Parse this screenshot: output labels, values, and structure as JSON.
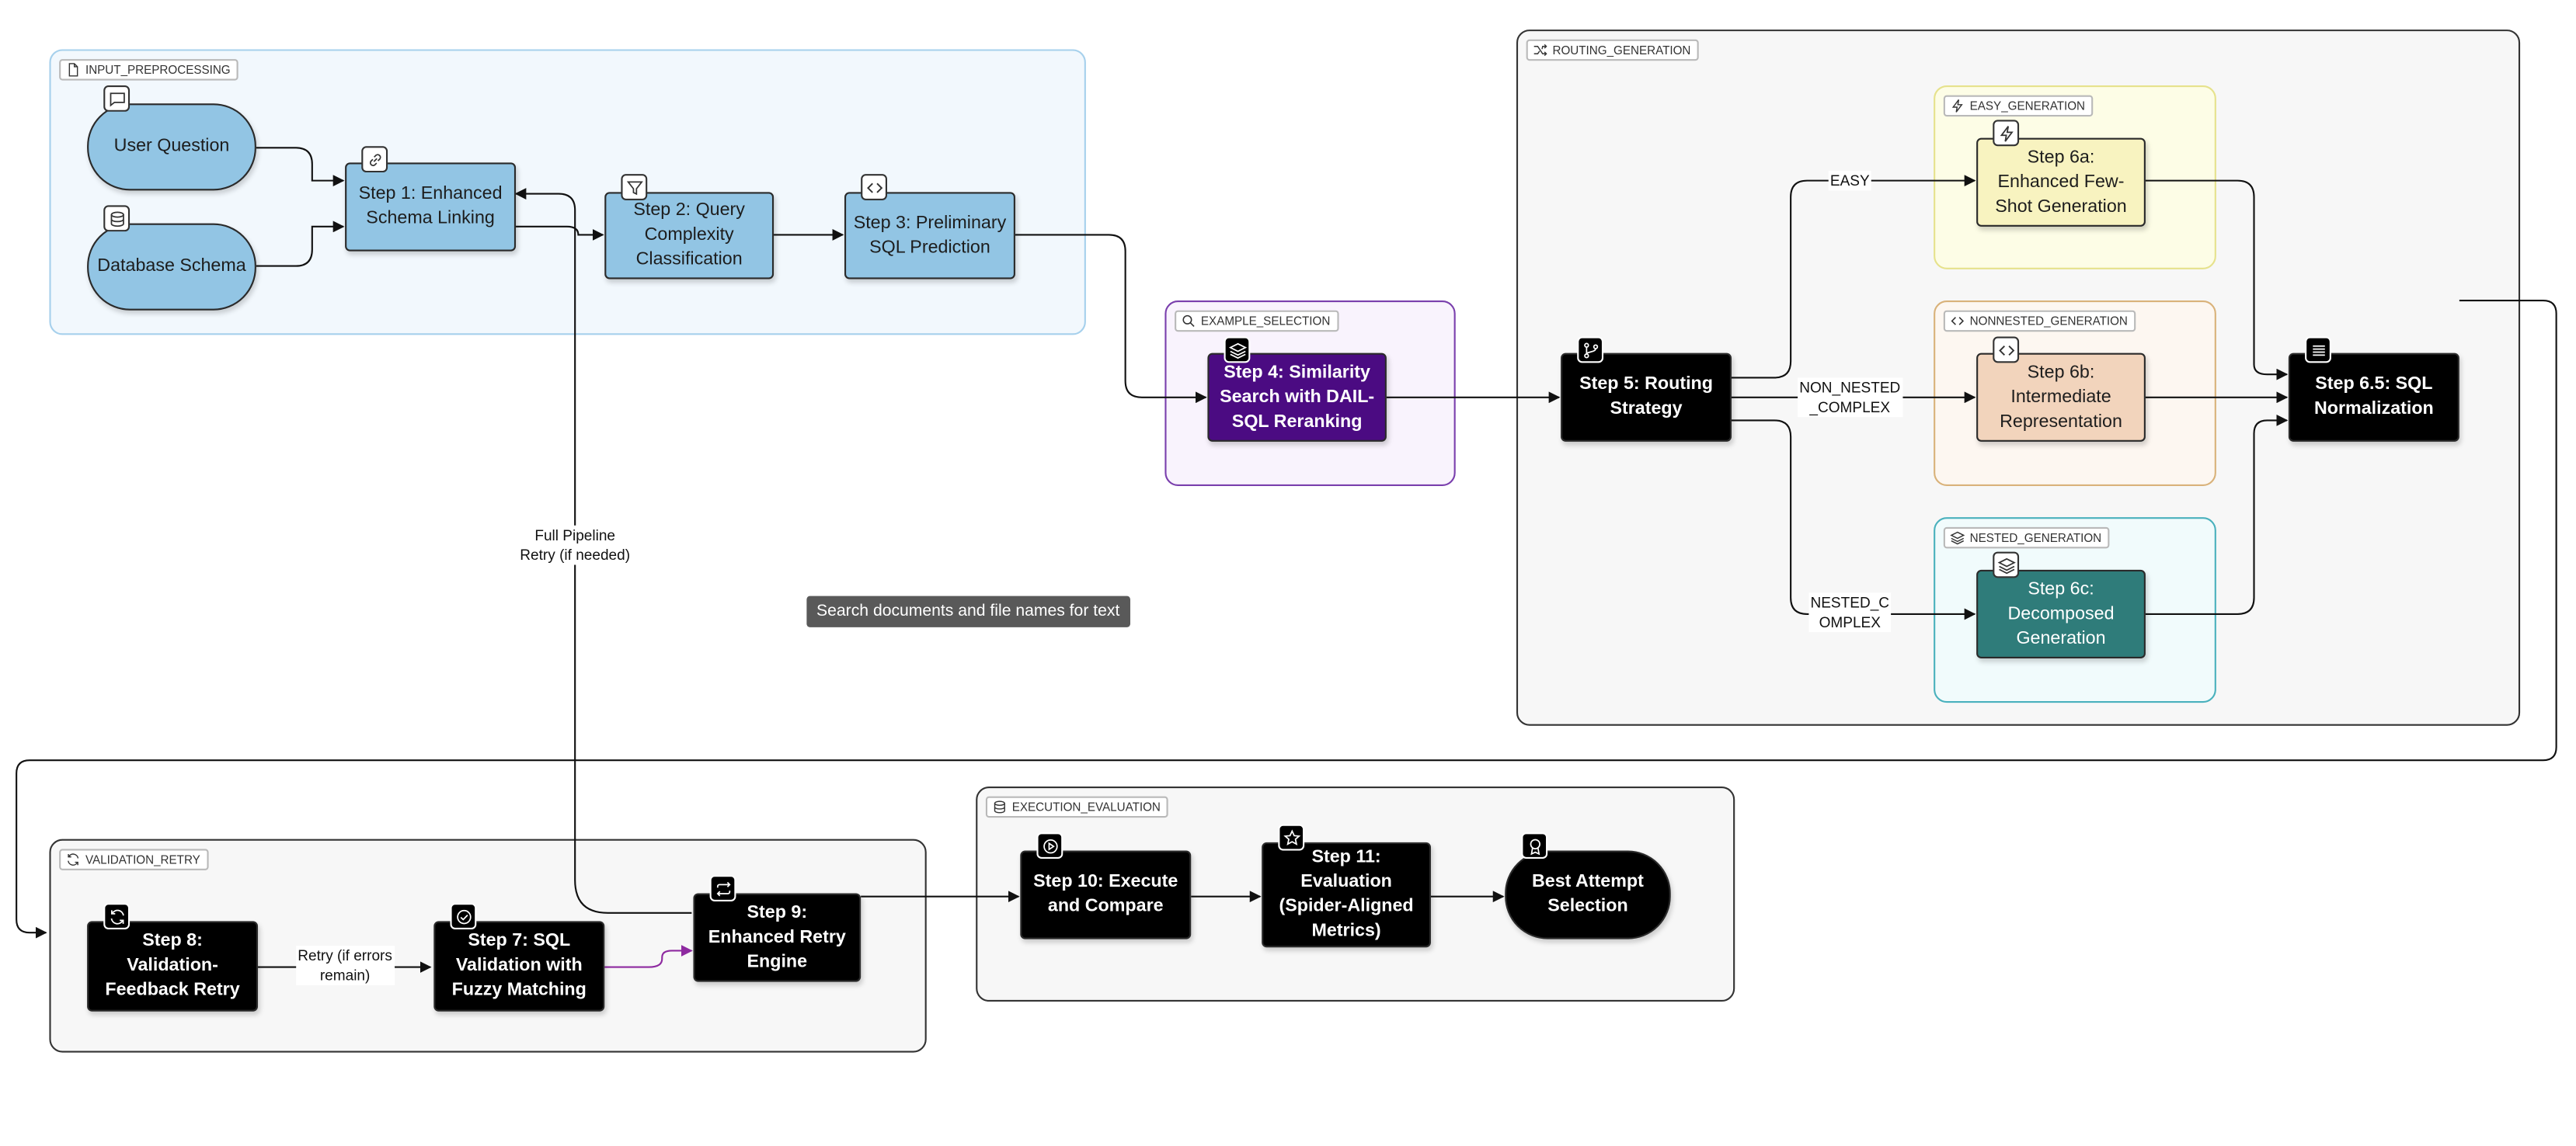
{
  "groups": {
    "input_preprocessing": "INPUT_PREPROCESSING",
    "example_selection": "EXAMPLE_SELECTION",
    "routing_generation": "ROUTING_GENERATION",
    "easy_generation": "EASY_GENERATION",
    "nonnested_generation": "NONNESTED_GENERATION",
    "nested_generation": "NESTED_GENERATION",
    "validation_retry": "VALIDATION_RETRY",
    "execution_evaluation": "EXECUTION_EVALUATION"
  },
  "nodes": {
    "user_question": "User Question",
    "database_schema": "Database Schema",
    "step1": "Step 1: Enhanced Schema Linking",
    "step2": "Step 2: Query Complexity Classification",
    "step3": "Step 3: Preliminary SQL Prediction",
    "step4": "Step 4: Similarity Search with DAIL-SQL Reranking",
    "step5": "Step 5: Routing Strategy",
    "step6a": "Step 6a: Enhanced Few-Shot Generation",
    "step6b": "Step 6b: Intermediate Representation",
    "step6c": "Step 6c: Decomposed Generation",
    "step65": "Step 6.5: SQL Normalization",
    "step8": "Step 8: Validation-Feedback Retry",
    "step7": "Step 7: SQL Validation with Fuzzy Matching",
    "step9": "Step 9: Enhanced Retry Engine",
    "step10": "Step 10: Execute and Compare",
    "step11": "Step 11: Evaluation (Spider-Aligned Metrics)",
    "best_attempt": "Best Attempt Selection"
  },
  "edge_labels": {
    "easy": "EASY",
    "non_nested_complex": "NON_NESTED\n_COMPLEX",
    "nested_complex": "NESTED_C\nOMPLEX",
    "full_pipeline_retry": "Full Pipeline\nRetry (if needed)",
    "retry_if_errors": "Retry (if errors\nremain)"
  },
  "tooltip": "Search documents and file names for text",
  "colors": {
    "input_group_fill": "#f2f8fd",
    "input_group_border": "#a6d0ec",
    "light_node": "#92c5e4",
    "example_group_fill": "#f9f3fd",
    "example_group_border": "#7a3fad",
    "purple_node": "#4b0b82",
    "routing_group_fill": "#f7f7f7",
    "easy_group_fill": "#fdfde6",
    "easy_group_border": "#e6e28c",
    "easy_node": "#f8f3c0",
    "nonnested_group_fill": "#fdf7f1",
    "nonnested_group_border": "#d9b27a",
    "nonnested_node": "#f2d4bc",
    "nested_group_fill": "#f1fbfc",
    "nested_group_border": "#4ab1bd",
    "nested_node": "#2f7c7a",
    "dark_node": "#000000",
    "retry_edge": "#8e2aa0"
  }
}
